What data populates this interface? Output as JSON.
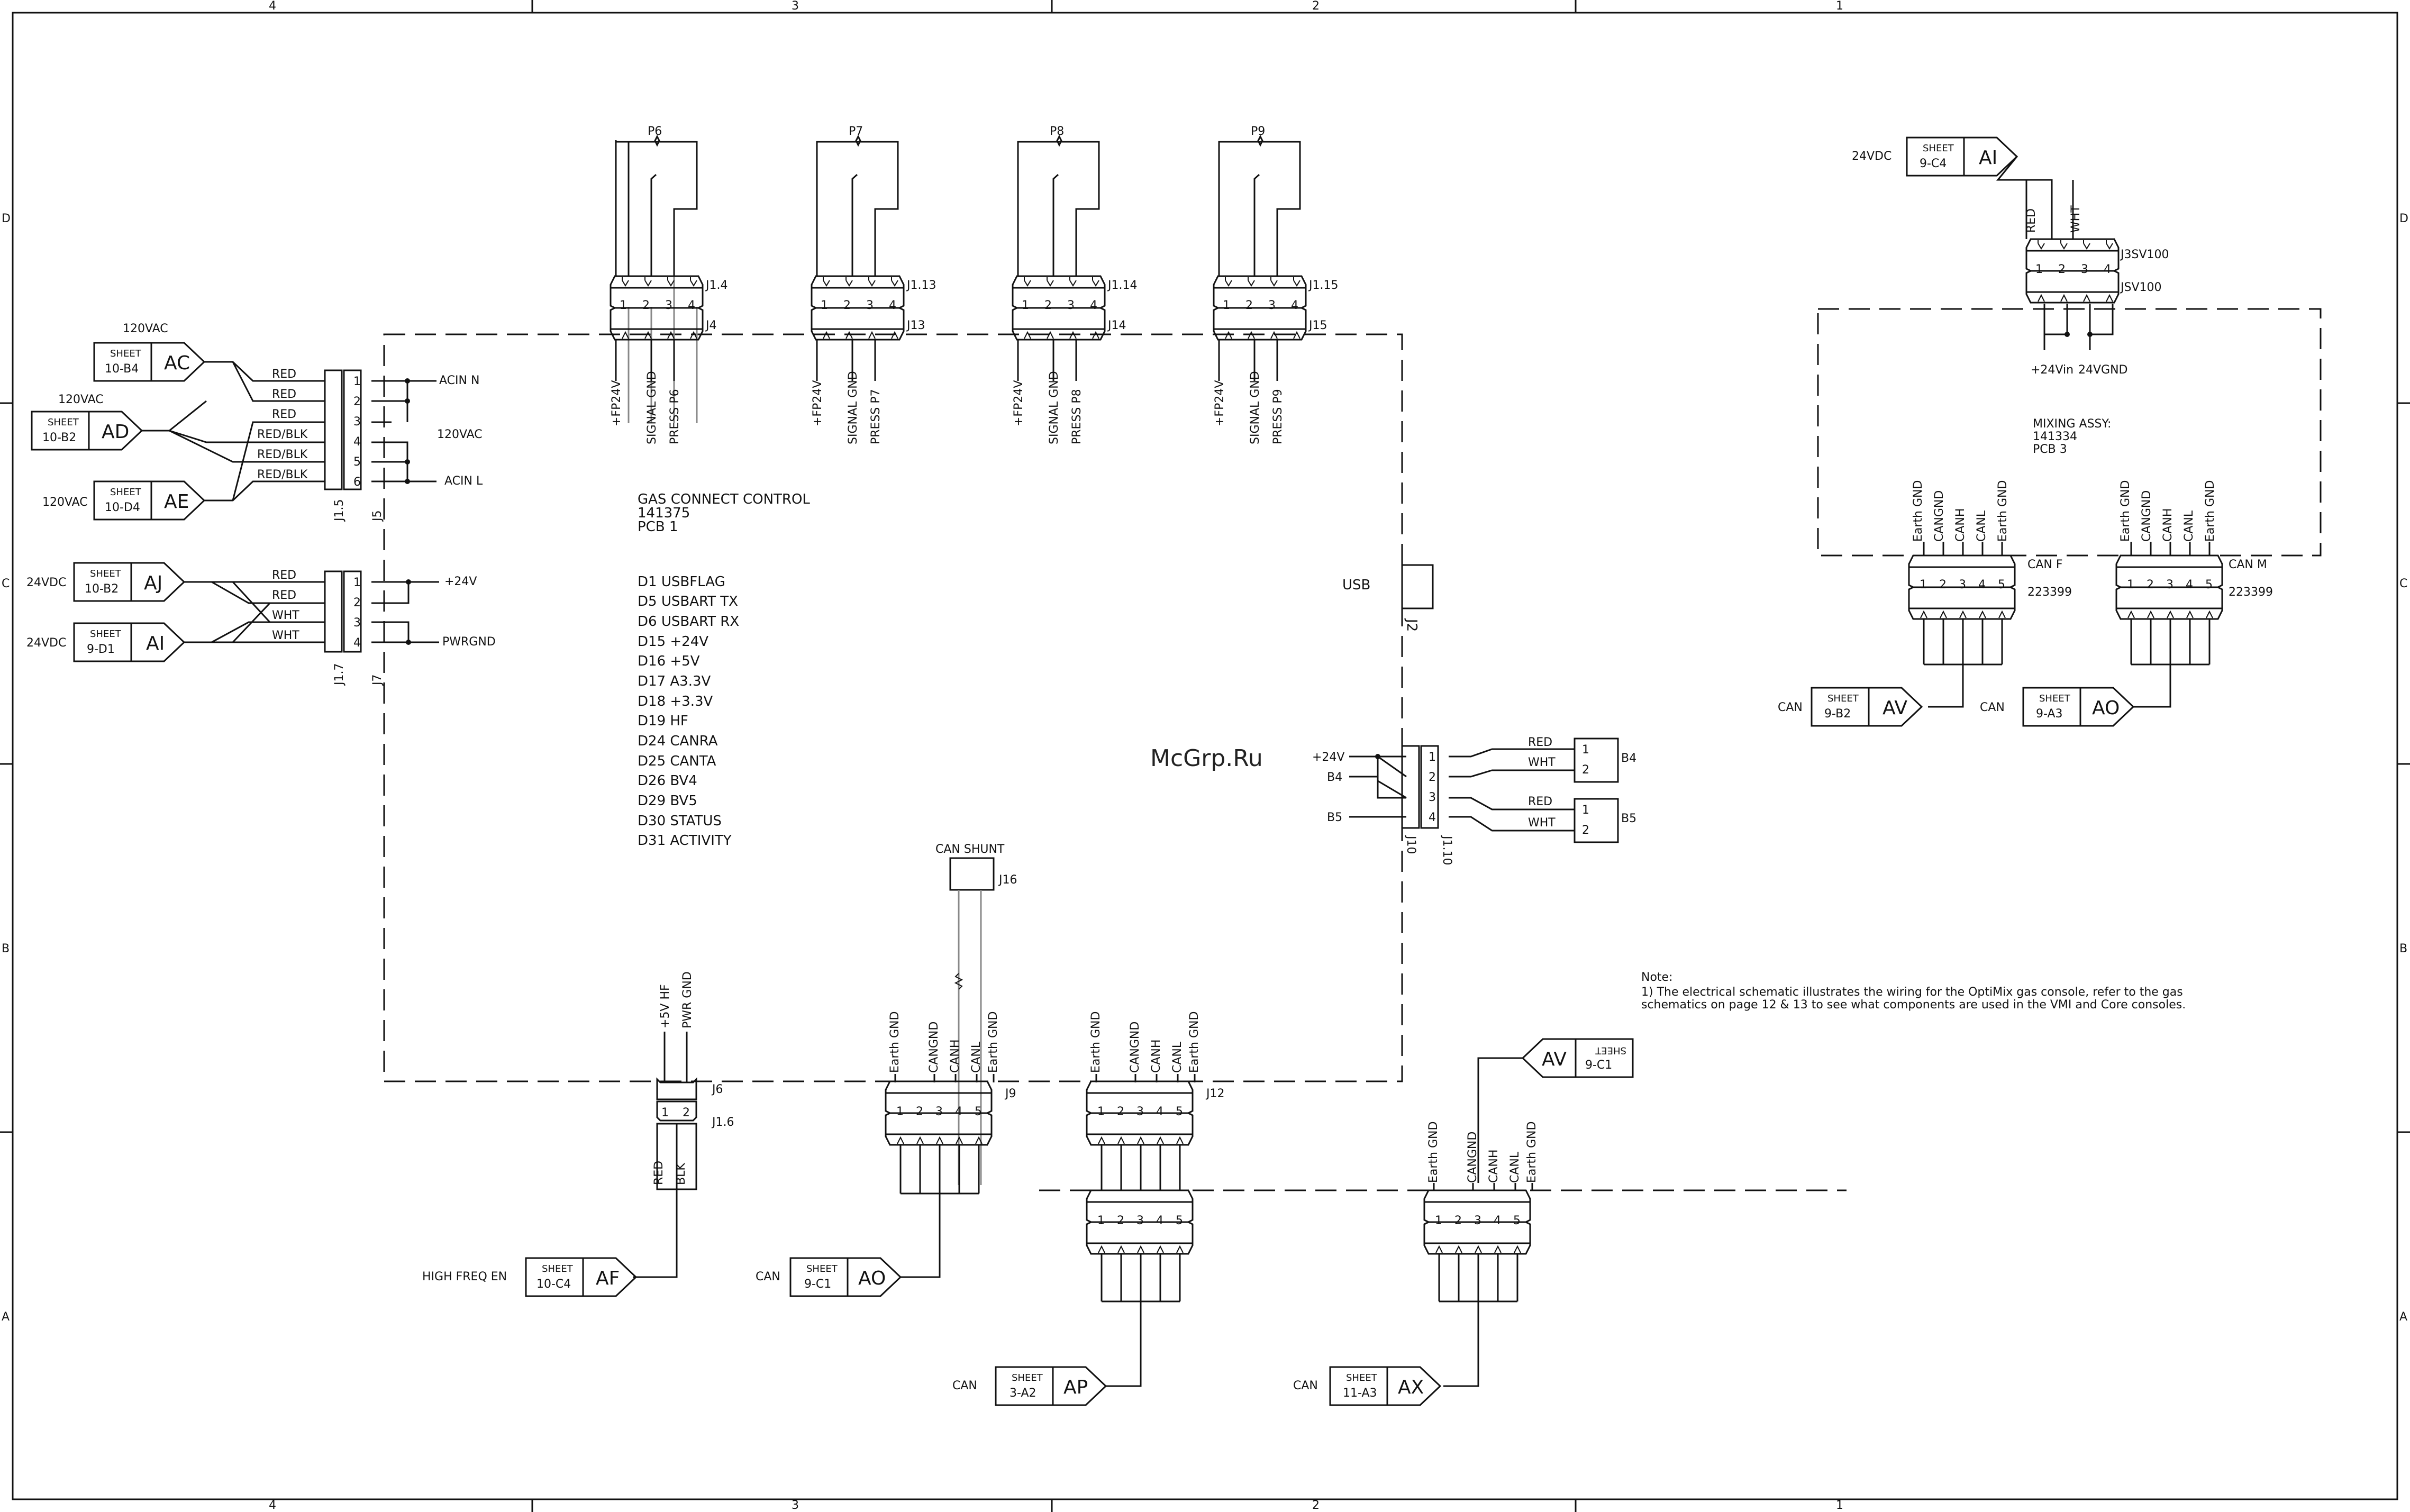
{
  "frame": {
    "top_zones": [
      "4",
      "3",
      "2",
      "1"
    ],
    "side_zones": [
      "D",
      "C",
      "B",
      "A"
    ]
  },
  "watermark": "McGrp.Ru",
  "note": {
    "heading": "Note:",
    "line1": "1) The electrical schematic illustrates the wiring for the OptiMix gas console, refer to the gas",
    "line2": "schematics on page 12 & 13 to see what components are used in the VMI and Core consoles."
  },
  "main_board": {
    "title": "GAS CONNECT CONTROL",
    "part": "141375",
    "pcb": "PCB 1",
    "leds": [
      "D1 USBFLAG",
      "D5 USBART TX",
      "D6 USBART RX",
      "D15 +24V",
      "D16 +5V",
      "D17 A3.3V",
      "D18 +3.3V",
      "D19 HF",
      "D24 CANRA",
      "D25 CANTA",
      "D26 BV4",
      "D29 BV5",
      "D30 STATUS",
      "D31 ACTIVITY"
    ],
    "usb": "USB",
    "usb_ref": "J2"
  },
  "pressure_sensors": [
    {
      "name": "P6",
      "cable": "J1.4",
      "board": "J4",
      "sig3": "PRESS P6"
    },
    {
      "name": "P7",
      "cable": "J1.13",
      "board": "J13",
      "sig3": "PRESS P7"
    },
    {
      "name": "P8",
      "cable": "J1.14",
      "board": "J14",
      "sig3": "PRESS P8"
    },
    {
      "name": "P9",
      "cable": "J1.15",
      "board": "J15",
      "sig3": "PRESS P9"
    }
  ],
  "sensor_signals": {
    "s1": "+FP24V",
    "s2": "SIGNAL GND"
  },
  "pins": {
    "p1": "1",
    "p2": "2",
    "p3": "3",
    "p4": "4",
    "p5": "5",
    "p6": "6"
  },
  "ac_input": {
    "refs": {
      "cable": "J1.5",
      "board": "J5"
    },
    "tags": [
      {
        "v": "120VAC",
        "s1": "SHEET",
        "s2": "10-B4",
        "id": "AC"
      },
      {
        "v": "120VAC",
        "s1": "SHEET",
        "s2": "10-B2",
        "id": "AD"
      },
      {
        "v": "120VAC",
        "s1": "SHEET",
        "s2": "10-D4",
        "id": "AE"
      }
    ],
    "wires": [
      "RED",
      "RED",
      "RED",
      "RED/BLK",
      "RED/BLK",
      "RED/BLK"
    ],
    "signals": {
      "n": "ACIN N",
      "v": "120VAC",
      "l": "ACIN L"
    }
  },
  "dc_input": {
    "refs": {
      "cable": "J1.7",
      "board": "J7"
    },
    "tags": [
      {
        "v": "24VDC",
        "s1": "SHEET",
        "s2": "10-B2",
        "id": "AJ"
      },
      {
        "v": "24VDC",
        "s1": "SHEET",
        "s2": "9-D1",
        "id": "AI"
      }
    ],
    "wires": [
      "RED",
      "RED",
      "WHT",
      "WHT"
    ],
    "signals": {
      "p": "+24V",
      "g": "PWRGND"
    }
  },
  "valves": {
    "refs": {
      "board": "J10",
      "cable": "J1.10"
    },
    "signals": {
      "v": "+24V",
      "b4": "B4",
      "b5": "B5"
    },
    "coils": [
      {
        "name": "B4"
      },
      {
        "name": "B5"
      }
    ],
    "wires": [
      "RED",
      "WHT"
    ]
  },
  "can_shunt": {
    "label": "CAN SHUNT",
    "ref": "J16"
  },
  "hf": {
    "signals": [
      "+5V HF",
      "PWR GND"
    ],
    "board": "J6",
    "cable": "J1.6",
    "wires": [
      "RED",
      "BLK"
    ],
    "label": "HIGH FREQ EN",
    "tag": {
      "s1": "SHEET",
      "s2": "10-C4",
      "id": "AF"
    }
  },
  "can_signals": [
    "Earth GND",
    "CANGND",
    "CANH",
    "CANL",
    "Earth GND"
  ],
  "j9": {
    "ref": "J9",
    "label": "CAN",
    "tag": {
      "s1": "SHEET",
      "s2": "9-C1",
      "id": "AO"
    }
  },
  "j12": {
    "ref": "J12",
    "label": "CAN",
    "tag": {
      "s1": "SHEET",
      "s2": "3-A2",
      "id": "AP"
    }
  },
  "ax": {
    "label": "CAN",
    "tag": {
      "s1": "SHEET",
      "s2": "11-A3",
      "id": "AX"
    },
    "top": {
      "s1": "SHEET",
      "s2": "9-C1",
      "id": "AV"
    }
  },
  "mixing": {
    "title": "MIXING ASSY:",
    "part": "141334",
    "pcb": "PCB 3",
    "power_tag": {
      "v": "24VDC",
      "s1": "SHEET",
      "s2": "9-C4",
      "id": "AI"
    },
    "power_wires": [
      "RED",
      "WHT"
    ],
    "cable_ref": "J3SV100",
    "board_ref": "JSV100",
    "power_signals": [
      "+24Vin",
      "24VGND"
    ],
    "can_f": {
      "ref": "CAN F",
      "part": "223399",
      "label": "CAN",
      "tag": {
        "s1": "SHEET",
        "s2": "9-B2",
        "id": "AV"
      }
    },
    "can_m": {
      "ref": "CAN M",
      "part": "223399",
      "label": "CAN",
      "tag": {
        "s1": "SHEET",
        "s2": "9-A3",
        "id": "AO"
      }
    }
  }
}
